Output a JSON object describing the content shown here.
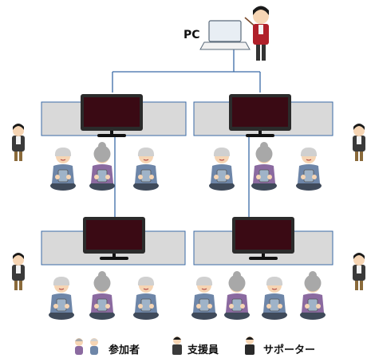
{
  "pc_label": "PC",
  "legend": {
    "participants": "参加者",
    "support_staff": "支援員",
    "supporters": "サポーター"
  },
  "colors": {
    "table": "#d9d9d9",
    "table_border": "#3a6aa6",
    "line": "#3a6aa6",
    "tv_frame": "#2b2b2b",
    "tv_screen": "#3a0a14",
    "elder_shirt_male": "#6e86a8",
    "elder_shirt_female": "#8b6aa0",
    "skin": "#f6d5b4",
    "staff_jacket": "#3a3a3a",
    "staff_pants": "#8a6a3a"
  },
  "groups": [
    {
      "name": "top-left",
      "participants": 3
    },
    {
      "name": "top-right",
      "participants": 3
    },
    {
      "name": "bottom-left",
      "participants": 3
    },
    {
      "name": "bottom-right",
      "participants": 4
    }
  ]
}
